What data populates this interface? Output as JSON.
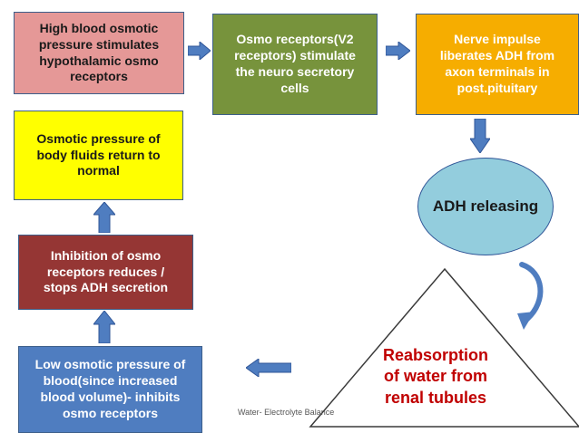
{
  "boxes": {
    "high_osmotic": [
      "High blood osmotic",
      "pressure stimulates",
      "hypothalamic osmo",
      "receptors"
    ],
    "osmo_receptors": [
      "Osmo receptors(V2",
      "receptors) stimulate",
      "the neuro secretory",
      "cells"
    ],
    "nerve_impulse": [
      "Nerve  impulse",
      "liberates ADH from",
      "axon terminals in",
      "post.pituitary"
    ],
    "osmotic_return": [
      "Osmotic pressure of",
      "body fluids return to",
      "normal"
    ],
    "inhibition": [
      "Inhibition of  osmo",
      "receptors reduces /",
      "stops ADH secretion"
    ],
    "low_osmotic": [
      "Low osmotic pressure  of",
      "blood(since increased",
      "blood volume)- inhibits",
      "osmo receptors"
    ]
  },
  "ellipse": {
    "label": "ADH releasing"
  },
  "triangle": {
    "lines": [
      "Reabsorption",
      "of water from",
      "renal tubules"
    ]
  },
  "footer": "Water- Electrolyte Balance",
  "colors": {
    "pink": "#e59897",
    "green": "#77933c",
    "orange": "#f6ad00",
    "yellow": "#ffff00",
    "maroon": "#953634",
    "blue": "#4f7dc0",
    "light_blue": "#93cddd",
    "red_text": "#c00000",
    "arrow": "#4f7dc0"
  }
}
